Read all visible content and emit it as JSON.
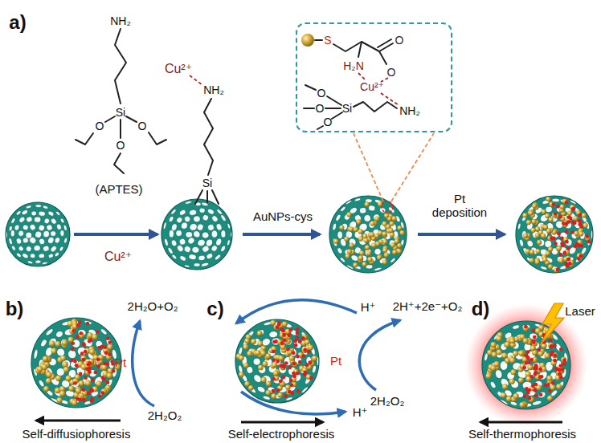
{
  "diagram": {
    "nodes": [
      {
        "text": [
          "S",
          "H₂N",
          "O",
          "O",
          "Cu²⁺",
          "O",
          "O",
          "O",
          "Si",
          "NH₂"
        ]
      }
    ],
    "labels": [
      "a)",
      "NH₂",
      "Si",
      "O",
      "O",
      "O",
      "(APTES)",
      "Cu²⁺",
      "Cu²⁺",
      "NH₂",
      "Si",
      "AuNPs-cys",
      "Pt deposition",
      "b)",
      "2H₂O+O₂",
      "Pt",
      "2H₂O₂",
      "Self-diffusiophoresis",
      "c)",
      "H⁺",
      "2H⁺+2e⁻+O₂",
      "Pt",
      "2H₂O₂",
      "H⁺",
      "Self-electrophoresis",
      "d)",
      "Laser",
      "Self-thermophoresis"
    ]
  }
}
